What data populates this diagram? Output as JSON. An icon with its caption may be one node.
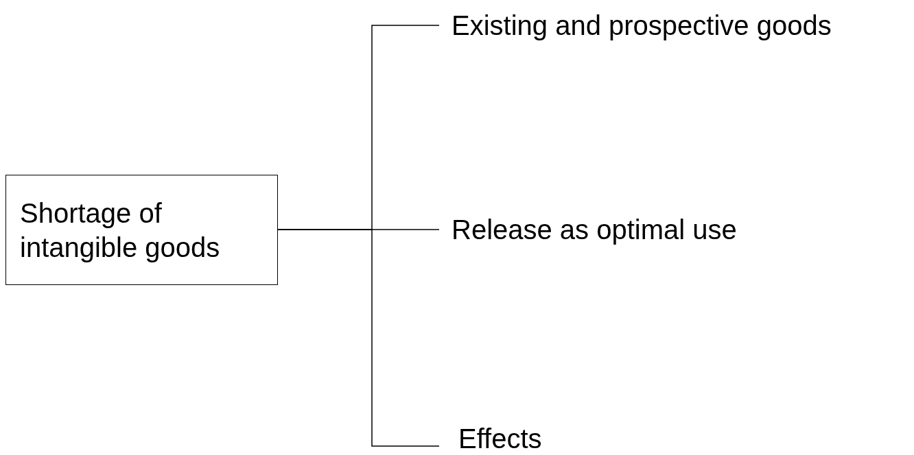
{
  "diagram": {
    "nodes": [
      {
        "text": [
          "Shortage of intangible goods"
        ]
      },
      {
        "text": [
          "Existing and prospective goods"
        ]
      },
      {
        "text": [
          "Release as optimal use"
        ]
      },
      {
        "text": [
          "Effects"
        ]
      }
    ],
    "edges": [
      {
        "from": 0,
        "to": 1,
        "arrow": "none"
      },
      {
        "from": 0,
        "to": 2,
        "arrow": "none"
      },
      {
        "from": 0,
        "to": 3,
        "arrow": "none"
      }
    ]
  }
}
